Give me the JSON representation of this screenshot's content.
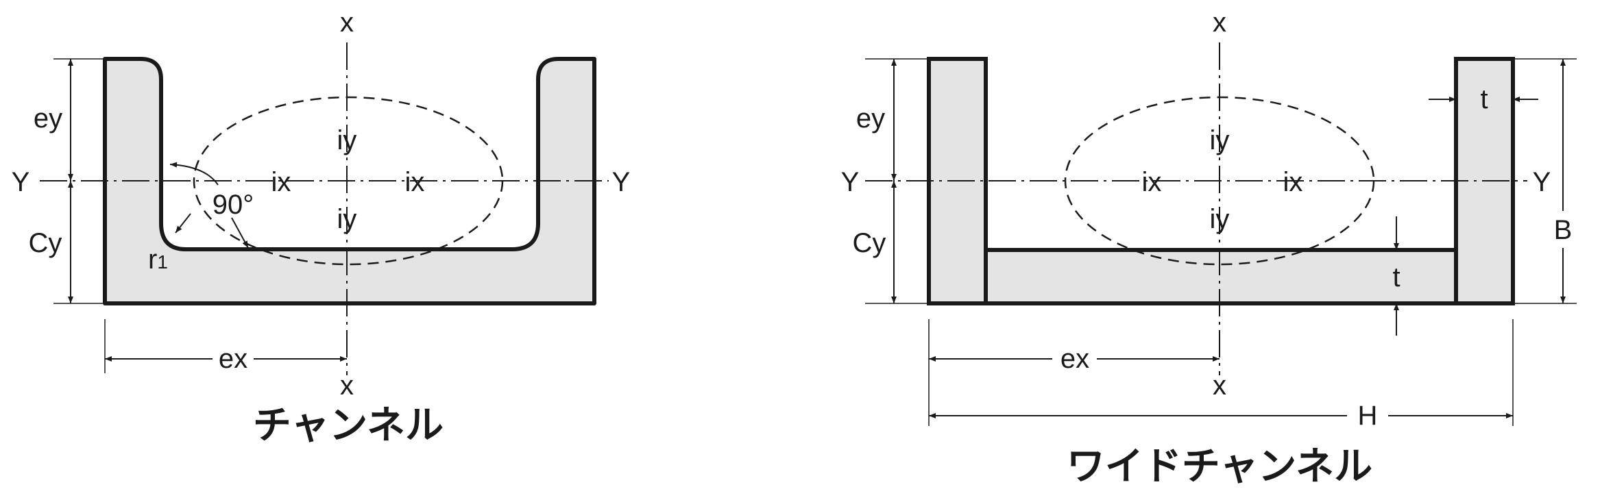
{
  "colors": {
    "section_fill": "#e4e4e4",
    "stroke": "#1a1a1a",
    "background": "#ffffff"
  },
  "channel": {
    "title": "チャンネル",
    "labels": {
      "x_top": "x",
      "x_bottom": "x",
      "y_left": "Y",
      "y_right": "Y",
      "ey": "ey",
      "cy": "Cy",
      "ex": "ex",
      "ix_left": "ix",
      "ix_right": "ix",
      "iy_top": "iy",
      "iy_bottom": "iy",
      "angle": "90°",
      "r1": "r",
      "r1_sub": "1"
    }
  },
  "wide_channel": {
    "title": "ワイドチャンネル",
    "labels": {
      "x_top": "x",
      "x_bottom": "x",
      "y_left": "Y",
      "y_right": "Y",
      "ey": "ey",
      "cy": "Cy",
      "ex": "ex",
      "ix_left": "ix",
      "ix_right": "ix",
      "iy_top": "iy",
      "iy_bottom": "iy",
      "t_flange": "t",
      "t_web": "t",
      "b": "B",
      "h": "H"
    }
  }
}
